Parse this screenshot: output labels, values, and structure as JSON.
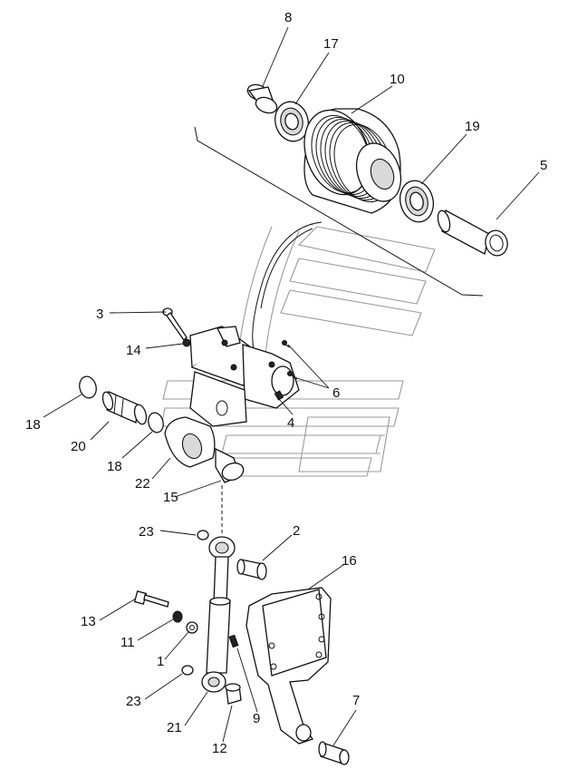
{
  "callouts": {
    "c1": "1",
    "c2": "2",
    "c3": "3",
    "c4": "4",
    "c5": "5",
    "c6": "6",
    "c7": "7",
    "c8": "8",
    "c9": "9",
    "c10": "10",
    "c11": "11",
    "c12": "12",
    "c13": "13",
    "c14": "14",
    "c15": "15",
    "c16": "16",
    "c17": "17",
    "c18a": "18",
    "c18b": "18",
    "c19": "19",
    "c20": "20",
    "c21": "21",
    "c22": "22",
    "c23a": "23",
    "c23b": "23"
  }
}
